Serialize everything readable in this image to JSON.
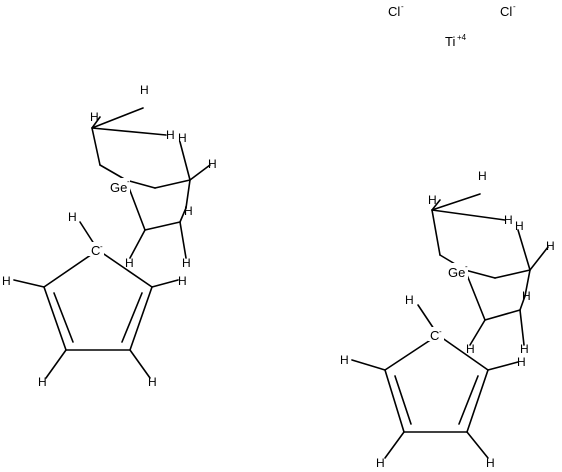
{
  "structure": {
    "ions": {
      "chloride_1": {
        "symbol": "Cl",
        "charge": "-"
      },
      "chloride_2": {
        "symbol": "Cl",
        "charge": "-"
      },
      "titanium": {
        "symbol": "Ti",
        "charge": "+4"
      }
    },
    "ligand_1": {
      "germanium": {
        "symbol": "Ge",
        "charge": "-"
      },
      "ring_carbanion": {
        "symbol": "C",
        "charge": "-"
      },
      "hydrogen": "H"
    },
    "ligand_2": {
      "germanium": {
        "symbol": "Ge",
        "charge": "-"
      },
      "ring_carbanion": {
        "symbol": "C",
        "charge": "-"
      },
      "hydrogen": "H"
    }
  }
}
